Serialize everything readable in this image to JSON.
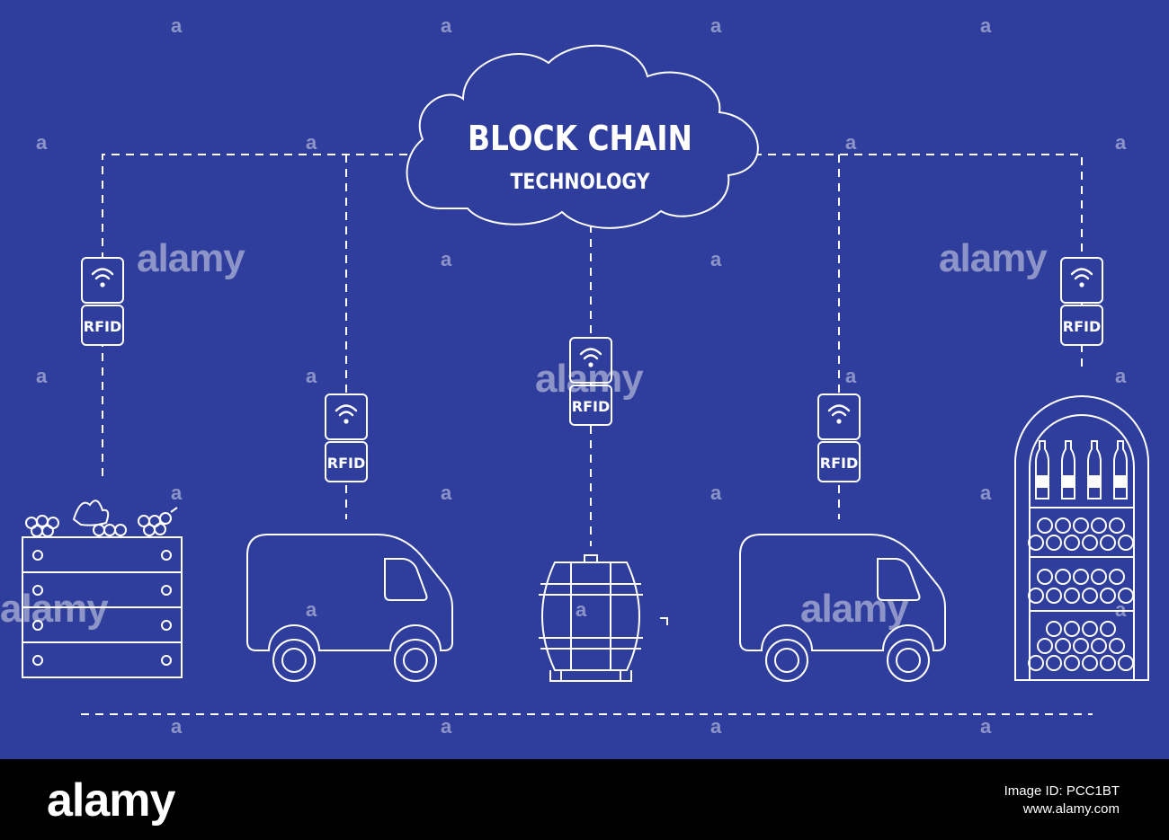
{
  "cloud": {
    "line1": "BLOCK CHAIN",
    "line2": "TECHNOLOGY"
  },
  "tags": {
    "label": "RFID"
  },
  "watermark": {
    "logo": "alamy",
    "mark": "a"
  },
  "footer": {
    "logo": "alamy",
    "image_id": "Image ID: PCC1BT",
    "site": "www.alamy.com"
  },
  "colors": {
    "background": "#2f3d9c",
    "line": "#ffffff",
    "footer": "#000000"
  }
}
